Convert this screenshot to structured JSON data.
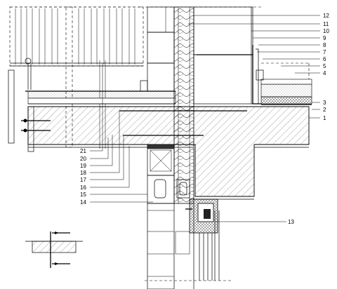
{
  "callouts_right": [
    "12",
    "11",
    "10",
    "9",
    "8",
    "7",
    "6",
    "5",
    "4",
    "3",
    "2",
    "1"
  ],
  "callouts_left": [
    "21",
    "20",
    "19",
    "18",
    "17",
    "16",
    "15",
    "14"
  ],
  "callout_bottom": "13",
  "colors": {
    "line": "#000000",
    "background": "#ffffff"
  }
}
